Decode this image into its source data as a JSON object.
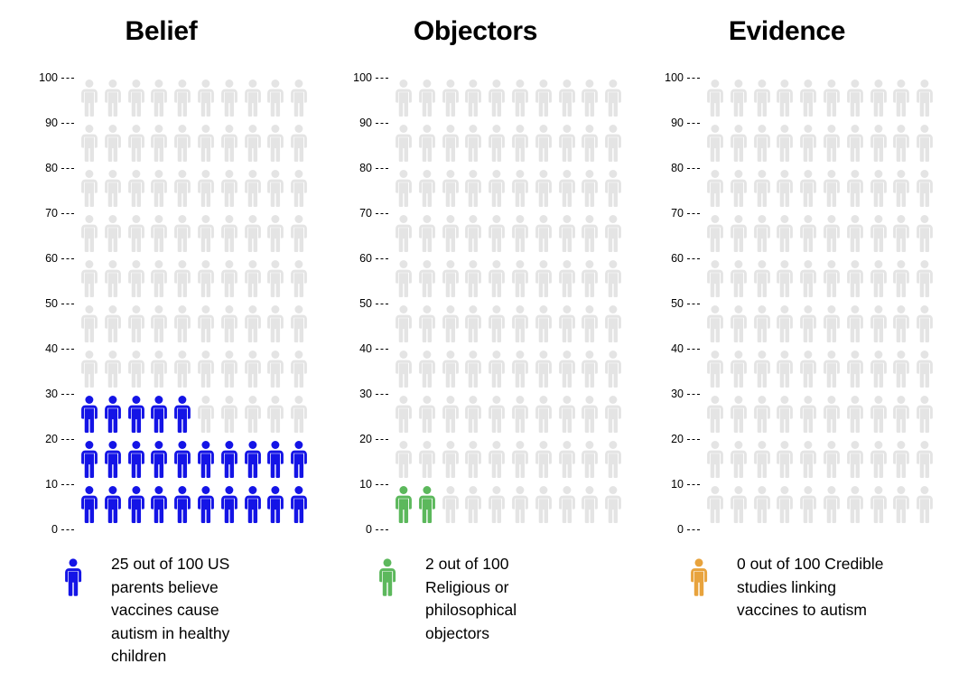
{
  "chart_data": {
    "type": "pictogram",
    "title": "",
    "unit_total": 100,
    "columns_per_row": 10,
    "rows": 10,
    "fill_direction": "bottom-up",
    "axis": {
      "ticks": [
        100,
        90,
        80,
        70,
        60,
        50,
        40,
        30,
        20,
        10,
        0
      ],
      "ylim": [
        0,
        100
      ],
      "grid": false,
      "tick_style": "dashed"
    },
    "inactive_color": "#e4e4e4",
    "panels": [
      {
        "title": "Belief",
        "value": 25,
        "total": 100,
        "color": "#1414e6",
        "legend": "25 out of 100 US parents believe vaccines cause autism in healthy children"
      },
      {
        "title": "Objectors",
        "value": 2,
        "total": 100,
        "color": "#5cb85c",
        "legend": "2 out of 100 Religious or philosophical objectors"
      },
      {
        "title": "Evidence",
        "value": 0,
        "total": 100,
        "color": "#e8a33d",
        "legend": "0 out of 100 Credible studies linking vaccines to autism"
      }
    ],
    "series": [
      {
        "name": "Belief",
        "value": 25
      },
      {
        "name": "Objectors",
        "value": 2
      },
      {
        "name": "Evidence",
        "value": 0
      }
    ],
    "categories": [
      "Belief",
      "Objectors",
      "Evidence"
    ],
    "values": [
      25,
      2,
      0
    ]
  },
  "panels": [
    {
      "title": "Belief",
      "legend_text": "25 out of 100 US\nparents believe\nvaccines cause\nautism in healthy\nchildren"
    },
    {
      "title": "Objectors",
      "legend_text": "2 out of 100\nReligious or\nphilosophical\nobjectors"
    },
    {
      "title": "Evidence",
      "legend_text": "0 out of 100 Credible\nstudies linking\nvaccines to autism"
    }
  ]
}
